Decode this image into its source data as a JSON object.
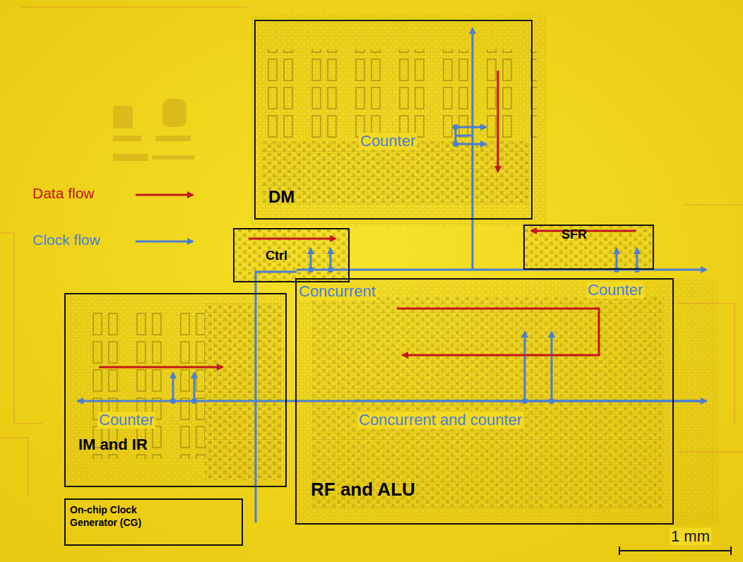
{
  "diagram": {
    "nodes": [
      {
        "text": [
          "DM"
        ]
      },
      {
        "text": [
          "Ctrl"
        ]
      },
      {
        "text": [
          "SFR"
        ]
      },
      {
        "text": [
          "IM and IR"
        ]
      },
      {
        "text": [
          "RF and ALU"
        ]
      },
      {
        "text": [
          "On-chip Clock Generator (CG)"
        ]
      }
    ],
    "labels": [
      "Counter",
      "Concurrent",
      "Counter",
      "Counter",
      "Concurrent and counter",
      "1 mm"
    ],
    "legend": [
      {
        "text": "Data flow"
      },
      {
        "text": "Clock flow"
      }
    ]
  }
}
